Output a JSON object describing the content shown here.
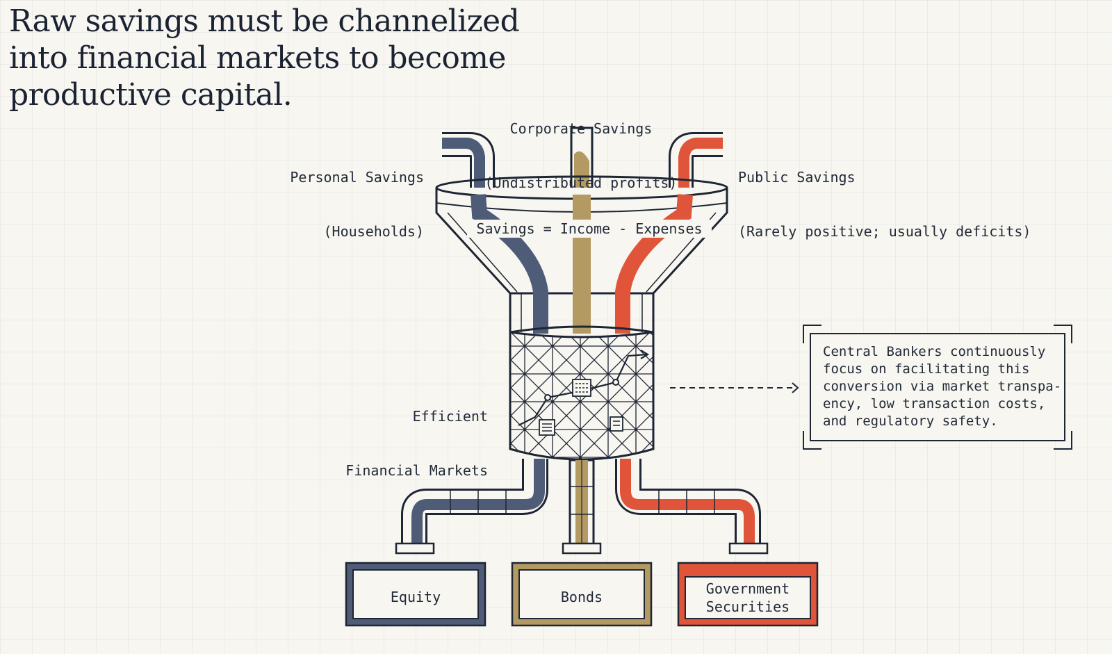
{
  "title": {
    "lines": [
      "Raw savings must be channelized",
      "into financial markets to become",
      "productive capital."
    ]
  },
  "inputs": {
    "corporate": {
      "line1": "Corporate Savings",
      "line2": "(Undistributed profits)"
    },
    "personal": {
      "line1": "Personal Savings",
      "line2": "(Households)"
    },
    "public": {
      "line1": "Public Savings",
      "line2": "(Rarely positive; usually deficits)"
    }
  },
  "funnel": {
    "formula": "Savings = Income - Expenses"
  },
  "markets": {
    "line1": "Efficient",
    "line2": "Financial Markets"
  },
  "note": {
    "lines": [
      "Central Bankers continuously",
      "focus on facilitating this",
      "conversion via market transpa-",
      "ency, low transaction costs,",
      "and regulatory safety."
    ]
  },
  "outputs": [
    {
      "lines": [
        "Equity"
      ],
      "color": "#4e5c78"
    },
    {
      "lines": [
        "Bonds"
      ],
      "color": "#b39a62"
    },
    {
      "lines": [
        "Government",
        "Securities"
      ],
      "color": "#e0553a"
    }
  ],
  "colors": {
    "personal": "#4e5c78",
    "corporate": "#b39a62",
    "public": "#e0553a",
    "ink": "#1e2533",
    "paper": "#f7f6f1"
  }
}
